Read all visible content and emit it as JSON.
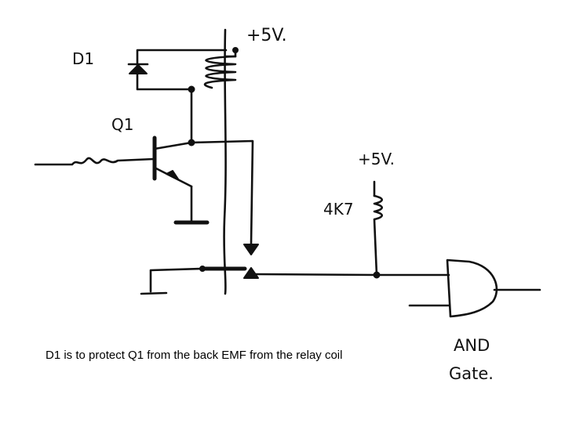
{
  "labels": {
    "d1": "D1",
    "q1": "Q1",
    "supply_top": "+5V.",
    "supply_right": "+5V.",
    "resistor": "4K7",
    "gate_line1": "AND",
    "gate_line2": "Gate."
  },
  "caption": "D1 is to protect Q1 from the back EMF from the relay coil",
  "colors": {
    "ink": "#111111",
    "background": "#ffffff"
  }
}
